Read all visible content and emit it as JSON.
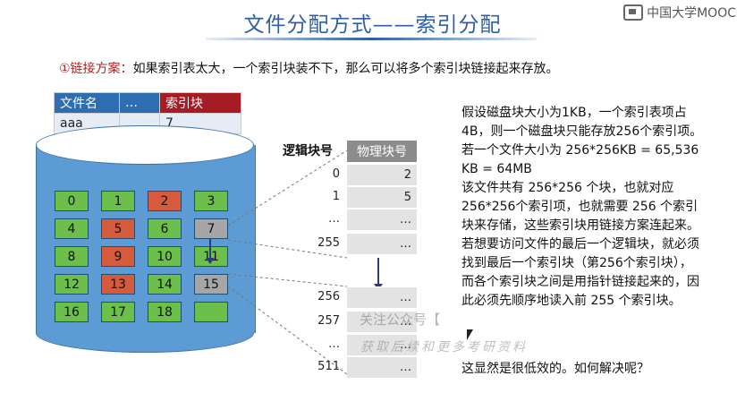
{
  "title": "文件分配方式——索引分配",
  "brand": {
    "name": "中国大学MOOC",
    "icon": "mooc-logo-icon"
  },
  "scheme": {
    "label": "①链接方案：",
    "text": "如果索引表太大，一个索引块装不下，那么可以将多个索引块链接起来存放。"
  },
  "dir_table": {
    "headers": [
      "文件名",
      "…",
      "索引块"
    ],
    "row": [
      "aaa",
      "…",
      "7"
    ]
  },
  "disk_blocks": [
    {
      "n": "0",
      "c": "green"
    },
    {
      "n": "1",
      "c": "green"
    },
    {
      "n": "2",
      "c": "red"
    },
    {
      "n": "3",
      "c": "green"
    },
    {
      "n": "4",
      "c": "green"
    },
    {
      "n": "5",
      "c": "red"
    },
    {
      "n": "6",
      "c": "green"
    },
    {
      "n": "7",
      "c": "gray"
    },
    {
      "n": "8",
      "c": "green"
    },
    {
      "n": "9",
      "c": "red"
    },
    {
      "n": "10",
      "c": "green"
    },
    {
      "n": "11",
      "c": "green"
    },
    {
      "n": "12",
      "c": "green"
    },
    {
      "n": "13",
      "c": "red"
    },
    {
      "n": "14",
      "c": "green"
    },
    {
      "n": "15",
      "c": "gray"
    },
    {
      "n": "16",
      "c": "green"
    },
    {
      "n": "17",
      "c": "green"
    },
    {
      "n": "18",
      "c": "green"
    },
    {
      "n": "",
      "c": "green"
    }
  ],
  "index_table": {
    "col_logical": "逻辑块号",
    "col_physical": "物理块号",
    "block1": [
      {
        "logical": "0",
        "physical": "2"
      },
      {
        "logical": "1",
        "physical": "5"
      },
      {
        "logical": "…",
        "physical": "…"
      },
      {
        "logical": "255",
        "physical": "…"
      }
    ],
    "block2": [
      {
        "logical": "256",
        "physical": "…"
      },
      {
        "logical": "257",
        "physical": "…"
      },
      {
        "logical": "…",
        "physical": "…"
      },
      {
        "logical": "511",
        "physical": "…"
      }
    ]
  },
  "explanation": [
    "假设磁盘块大小为1KB，一个索引表项占4B，则一个磁盘块只能存放256个索引项。",
    "若一个文件大小为 256*256KB = 65,536 KB = 64MB",
    "该文件共有 256*256 个块，也就对应 256*256个索引项，也就需要 256 个索引块来存储，这些索引块用链接方案连起来。",
    "若想要访问文件的最后一个逻辑块，就必须找到最后一个索引块（第256个索引块），而各个索引块之间是用指针链接起来的，因此必须先顺序地读入前 255 个索引块。"
  ],
  "conclusion": "这显然是很低效的。如何解决呢？",
  "watermark": {
    "line1": "关注公众号【",
    "line2": "获取后续和更多考研资料"
  }
}
